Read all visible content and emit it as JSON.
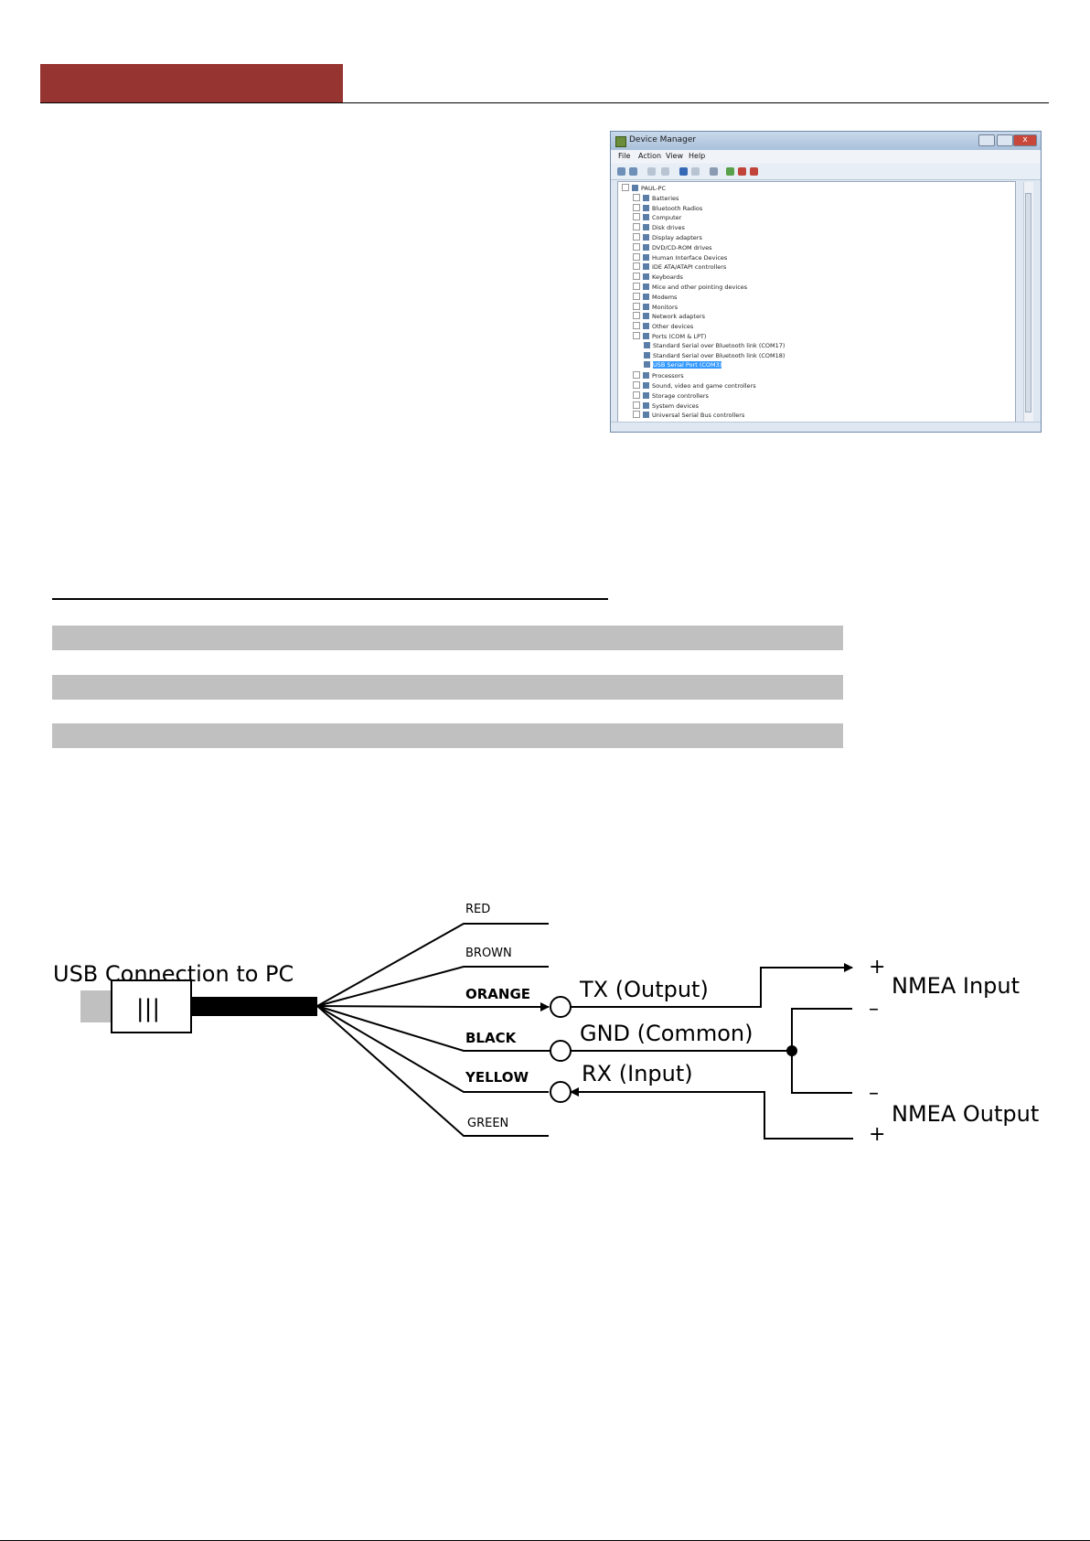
{
  "device_manager": {
    "title": "Device Manager",
    "close": "x",
    "menu": [
      "File",
      "Action",
      "View",
      "Help"
    ],
    "tree": [
      {
        "label": "PAUL-PC",
        "level": 0,
        "selected": false
      },
      {
        "label": "Batteries",
        "level": 1,
        "selected": false
      },
      {
        "label": "Bluetooth Radios",
        "level": 1,
        "selected": false
      },
      {
        "label": "Computer",
        "level": 1,
        "selected": false
      },
      {
        "label": "Disk drives",
        "level": 1,
        "selected": false
      },
      {
        "label": "Display adapters",
        "level": 1,
        "selected": false
      },
      {
        "label": "DVD/CD-ROM drives",
        "level": 1,
        "selected": false
      },
      {
        "label": "Human Interface Devices",
        "level": 1,
        "selected": false
      },
      {
        "label": "IDE ATA/ATAPI controllers",
        "level": 1,
        "selected": false
      },
      {
        "label": "Keyboards",
        "level": 1,
        "selected": false
      },
      {
        "label": "Mice and other pointing devices",
        "level": 1,
        "selected": false
      },
      {
        "label": "Modems",
        "level": 1,
        "selected": false
      },
      {
        "label": "Monitors",
        "level": 1,
        "selected": false
      },
      {
        "label": "Network adapters",
        "level": 1,
        "selected": false
      },
      {
        "label": "Other devices",
        "level": 1,
        "selected": false
      },
      {
        "label": "Ports (COM & LPT)",
        "level": 1,
        "selected": false
      },
      {
        "label": "Standard Serial over Bluetooth link (COM17)",
        "level": 2,
        "selected": false
      },
      {
        "label": "Standard Serial over Bluetooth link (COM18)",
        "level": 2,
        "selected": false
      },
      {
        "label": "USB Serial Port (COM3)",
        "level": 2,
        "selected": true
      },
      {
        "label": "Processors",
        "level": 1,
        "selected": false
      },
      {
        "label": "Sound, video and game controllers",
        "level": 1,
        "selected": false
      },
      {
        "label": "Storage controllers",
        "level": 1,
        "selected": false
      },
      {
        "label": "System devices",
        "level": 1,
        "selected": false
      },
      {
        "label": "Universal Serial Bus controllers",
        "level": 1,
        "selected": false
      }
    ]
  },
  "diagram": {
    "usb_label": "USB Connection to PC",
    "usb_symbol": "|||",
    "wires": {
      "red": "RED",
      "brown": "BROWN",
      "orange": "ORANGE",
      "black": "BLACK",
      "yellow": "YELLOW",
      "green": "GREEN"
    },
    "signals": {
      "tx": "TX (Output)",
      "gnd": "GND (Common)",
      "rx": "RX (Input)"
    },
    "nmea_input": "NMEA Input",
    "nmea_output": "NMEA Output",
    "plus": "+",
    "minus": "–",
    "colors": {
      "header_bar": "#963431",
      "gray_bar": "#c0c0c0",
      "usb_plug": "#c0c0c0"
    }
  }
}
